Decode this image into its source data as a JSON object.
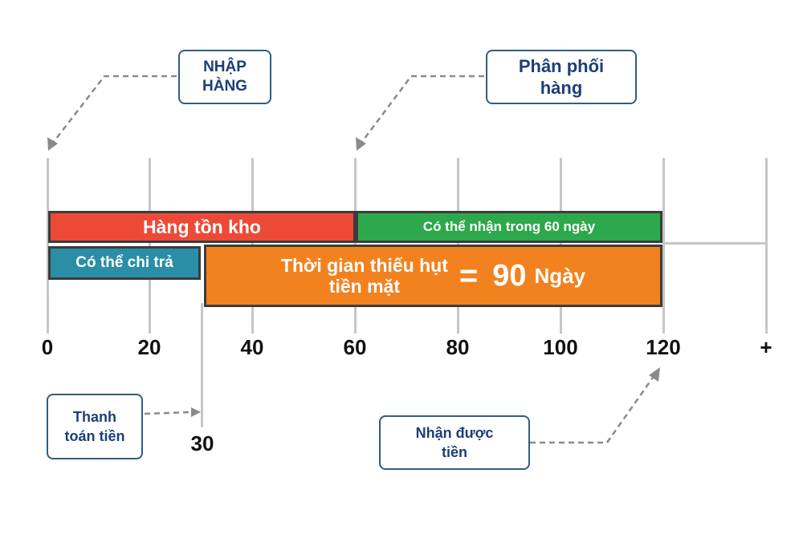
{
  "callouts": {
    "nhap_hang": "NHẬP\nHÀNG",
    "phan_phoi": "Phân phối\nhàng",
    "thanh_toan": "Thanh\ntoán tiền",
    "nhan_duoc": "Nhận được\ntiền"
  },
  "bars": {
    "inventory": "Hàng tồn kho",
    "receivable": "Có thể nhận trong 60 ngày",
    "payable": "Có thể chi trả",
    "cash_gap_text": "Thời gian thiếu hụt\ntiền mặt",
    "cash_gap_equals": "=",
    "cash_gap_value": "90",
    "cash_gap_unit": "Ngày"
  },
  "axis": {
    "ticks": [
      "0",
      "20",
      "40",
      "60",
      "80",
      "100",
      "120",
      "+"
    ],
    "marker": "30"
  },
  "colors": {
    "inventory": "#ec4a37",
    "receivable": "#2ea84c",
    "payable": "#2a8ea6",
    "cash_gap": "#f2821f",
    "callout_text": "#1c3f78"
  }
}
